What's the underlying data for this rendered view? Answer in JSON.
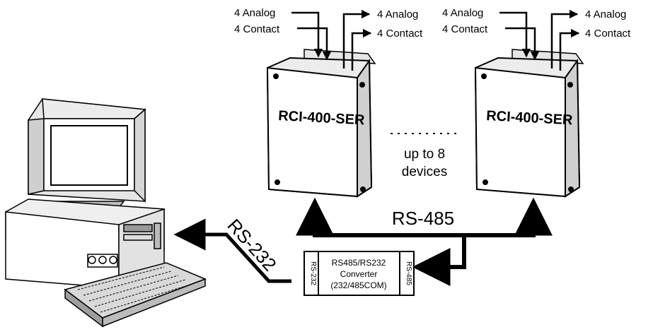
{
  "devices": [
    {
      "label": "RCI-400-SER",
      "inputs": [
        "4 Analog",
        "4 Contact"
      ],
      "outputs": [
        "4 Analog",
        "4 Contact"
      ]
    },
    {
      "label": "RCI-400-SER",
      "inputs": [
        "4 Analog",
        "4 Contact"
      ],
      "outputs": [
        "4 Analog",
        "4 Contact"
      ]
    }
  ],
  "between_devices": {
    "line1": "up to 8",
    "line2": "devices"
  },
  "bus_label": "RS-485",
  "serial_label": "RS-232",
  "converter": {
    "line1": "RS485/RS232",
    "line2": "Converter",
    "line3": "(232/485COM)",
    "left_port": "RS-232",
    "right_port": "RS-485"
  }
}
